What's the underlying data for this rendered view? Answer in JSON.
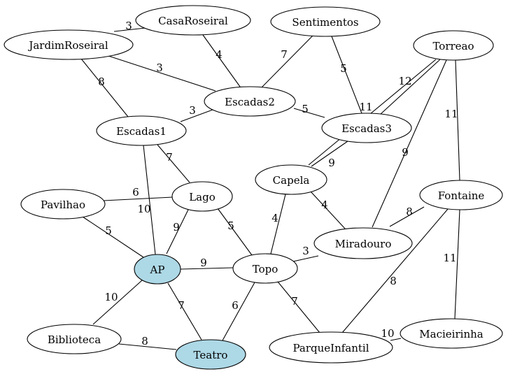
{
  "graph": {
    "colors": {
      "node_fill": "#ffffff",
      "highlight_fill": "#add8e6",
      "edge": "#000000",
      "highlight_edge": "#ff0000"
    },
    "nodes": [
      {
        "id": "CasaRoseiral",
        "label": "CasaRoseiral"
      },
      {
        "id": "Sentimentos",
        "label": "Sentimentos"
      },
      {
        "id": "JardimRoseiral",
        "label": "JardimRoseiral"
      },
      {
        "id": "Torreao",
        "label": "Torreao"
      },
      {
        "id": "Escadas2",
        "label": "Escadas2"
      },
      {
        "id": "Escadas1",
        "label": "Escadas1"
      },
      {
        "id": "Escadas3",
        "label": "Escadas3"
      },
      {
        "id": "Capela",
        "label": "Capela"
      },
      {
        "id": "Pavilhao",
        "label": "Pavilhao"
      },
      {
        "id": "Lago",
        "label": "Lago"
      },
      {
        "id": "Fontaine",
        "label": "Fontaine"
      },
      {
        "id": "Miradouro",
        "label": "Miradouro"
      },
      {
        "id": "AP",
        "label": "AP",
        "highlighted": true
      },
      {
        "id": "Topo",
        "label": "Topo"
      },
      {
        "id": "Biblioteca",
        "label": "Biblioteca"
      },
      {
        "id": "Teatro",
        "label": "Teatro",
        "highlighted": true
      },
      {
        "id": "ParqueInfantil",
        "label": "ParqueInfantil"
      },
      {
        "id": "Macieirinha",
        "label": "Macieirinha"
      }
    ],
    "edges": [
      {
        "from": "JardimRoseiral",
        "to": "CasaRoseiral",
        "weight": "3"
      },
      {
        "from": "CasaRoseiral",
        "to": "Escadas2",
        "weight": "4"
      },
      {
        "from": "Sentimentos",
        "to": "Escadas2",
        "weight": "7"
      },
      {
        "from": "Sentimentos",
        "to": "Escadas3",
        "weight": "5"
      },
      {
        "from": "JardimRoseiral",
        "to": "Escadas2",
        "weight": "3"
      },
      {
        "from": "JardimRoseiral",
        "to": "Escadas1",
        "weight": "8"
      },
      {
        "from": "Escadas1",
        "to": "Escadas2",
        "weight": "3"
      },
      {
        "from": "Escadas2",
        "to": "Escadas3",
        "weight": "5"
      },
      {
        "from": "Torreao",
        "to": "Escadas3",
        "weight": "11"
      },
      {
        "from": "Torreao",
        "to": "Capela",
        "weight": "12"
      },
      {
        "from": "Escadas3",
        "to": "Capela",
        "weight": "9"
      },
      {
        "from": "Torreao",
        "to": "Miradouro",
        "weight": "9"
      },
      {
        "from": "Torreao",
        "to": "Fontaine",
        "weight": "11"
      },
      {
        "from": "Escadas1",
        "to": "Lago",
        "weight": "7"
      },
      {
        "from": "Escadas1",
        "to": "AP",
        "weight": "10"
      },
      {
        "from": "Pavilhao",
        "to": "Lago",
        "weight": "6"
      },
      {
        "from": "Pavilhao",
        "to": "AP",
        "weight": "5"
      },
      {
        "from": "Lago",
        "to": "AP",
        "weight": "9"
      },
      {
        "from": "Lago",
        "to": "Topo",
        "weight": "5"
      },
      {
        "from": "Capela",
        "to": "Topo",
        "weight": "4"
      },
      {
        "from": "Capela",
        "to": "Miradouro",
        "weight": "4"
      },
      {
        "from": "Fontaine",
        "to": "Miradouro",
        "weight": "8"
      },
      {
        "from": "Topo",
        "to": "Miradouro",
        "weight": "3"
      },
      {
        "from": "AP",
        "to": "Topo",
        "weight": "9"
      },
      {
        "from": "AP",
        "to": "Biblioteca",
        "weight": "10"
      },
      {
        "from": "AP",
        "to": "Teatro",
        "weight": "7",
        "highlighted": true
      },
      {
        "from": "Topo",
        "to": "Teatro",
        "weight": "6"
      },
      {
        "from": "Topo",
        "to": "ParqueInfantil",
        "weight": "7"
      },
      {
        "from": "Biblioteca",
        "to": "Teatro",
        "weight": "8"
      },
      {
        "from": "Fontaine",
        "to": "ParqueInfantil",
        "weight": "8"
      },
      {
        "from": "Fontaine",
        "to": "Macieirinha",
        "weight": "11"
      },
      {
        "from": "Macieirinha",
        "to": "ParqueInfantil",
        "weight": "10"
      }
    ]
  }
}
